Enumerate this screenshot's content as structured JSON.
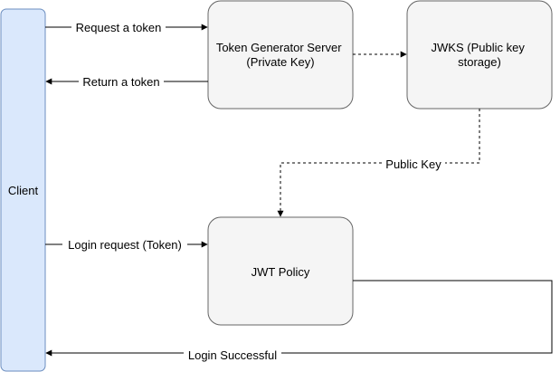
{
  "nodes": {
    "client": {
      "label": "Client"
    },
    "token_server": {
      "lines": [
        "Token Generator Server",
        "(Private Key)"
      ]
    },
    "jwks": {
      "lines": [
        "JWKS (Public key",
        "storage)"
      ]
    },
    "jwt_policy": {
      "label": "JWT Policy"
    }
  },
  "edges": {
    "request_token": {
      "label": "Request a token"
    },
    "return_token": {
      "label": "Return a token"
    },
    "public_key": {
      "label": "Public Key"
    },
    "login_request": {
      "label": "Login request (Token)"
    },
    "login_successful": {
      "label": "Login Successful"
    }
  },
  "colors": {
    "client_fill": "#dae8fc",
    "client_stroke": "#6c8ebf",
    "box_fill": "#f5f5f5",
    "box_stroke": "#666666",
    "line": "#000000"
  }
}
